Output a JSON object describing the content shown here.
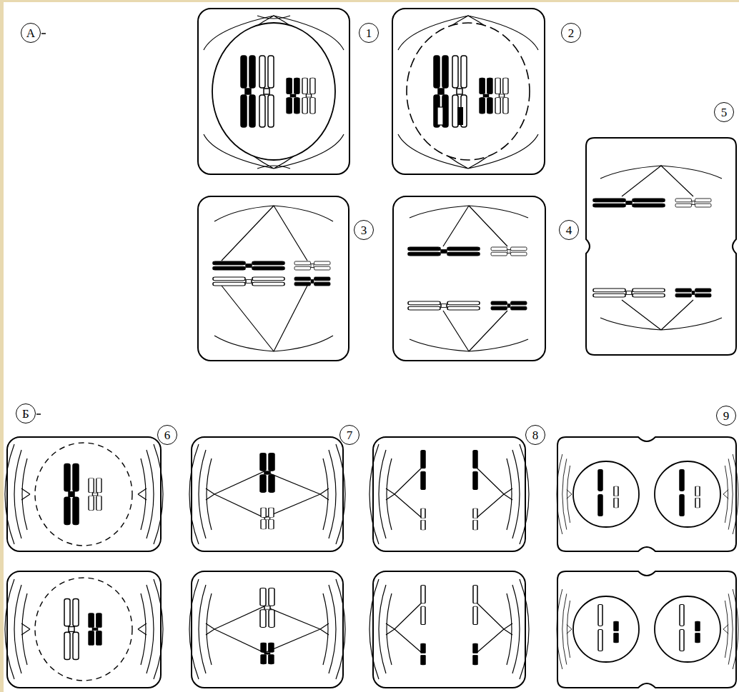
{
  "diagram": {
    "nodes": [
      {
        "text": [
          "А"
        ]
      },
      {
        "text": [
          "1"
        ]
      },
      {
        "text": [
          "2"
        ]
      },
      {
        "text": [
          "5"
        ]
      },
      {
        "text": [
          "3"
        ]
      },
      {
        "text": [
          "4"
        ]
      },
      {
        "text": [
          "Б"
        ]
      },
      {
        "text": [
          "6"
        ]
      },
      {
        "text": [
          "7"
        ]
      },
      {
        "text": [
          "8"
        ]
      },
      {
        "text": [
          "9"
        ]
      }
    ]
  }
}
